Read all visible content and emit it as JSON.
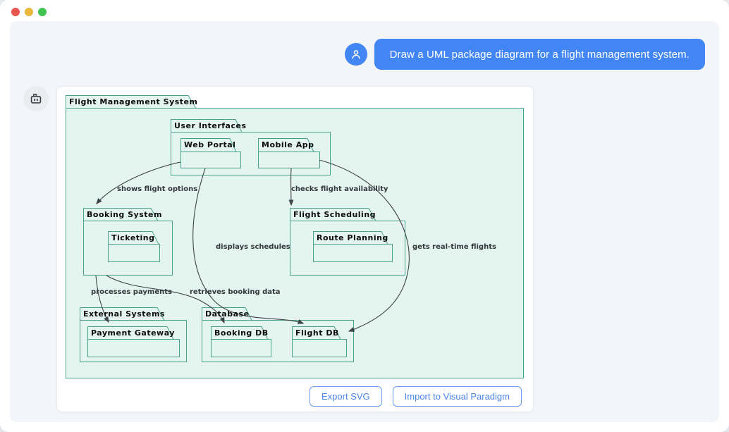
{
  "window": {
    "controls": {
      "close_color": "#e8554d",
      "minimize_color": "#e9b73e",
      "maximize_color": "#41c451"
    }
  },
  "chat": {
    "user_message": "Draw a UML package diagram for a flight management system.",
    "user_avatar_icon": "person-icon",
    "assistant_avatar_icon": "robot-icon"
  },
  "diagram": {
    "root": "Flight Management System",
    "groups": {
      "user_interfaces": {
        "label": "User Interfaces",
        "children": [
          "Web Portal",
          "Mobile App"
        ]
      },
      "booking_system": {
        "label": "Booking System",
        "children": [
          "Ticketing"
        ]
      },
      "flight_scheduling": {
        "label": "Flight Scheduling",
        "children": [
          "Route Planning"
        ]
      },
      "external_systems": {
        "label": "External Systems",
        "children": [
          "Payment Gateway"
        ]
      },
      "database": {
        "label": "Database",
        "children": [
          "Booking DB",
          "Flight DB"
        ]
      }
    },
    "edges": [
      {
        "from": "Web Portal",
        "to": "Booking System",
        "label": "shows flight options"
      },
      {
        "from": "Mobile App",
        "to": "Flight Scheduling",
        "label": "checks flight availability"
      },
      {
        "from": "Web Portal",
        "to": "Flight DB",
        "label": "displays schedules"
      },
      {
        "from": "Mobile App",
        "to": "Flight DB",
        "label": "gets real-time flights"
      },
      {
        "from": "Booking System",
        "to": "Payment Gateway",
        "label": "processes payments"
      },
      {
        "from": "Booking System",
        "to": "Booking DB",
        "label": "retrieves booking data"
      }
    ],
    "style": {
      "fill": "#e4f4ee",
      "stroke": "#4ba28c",
      "edge_color": "#3d4347"
    }
  },
  "actions": {
    "export_svg": "Export SVG",
    "import_vp": "Import to Visual Paradigm"
  },
  "colors": {
    "accent_blue": "#4285f4"
  }
}
